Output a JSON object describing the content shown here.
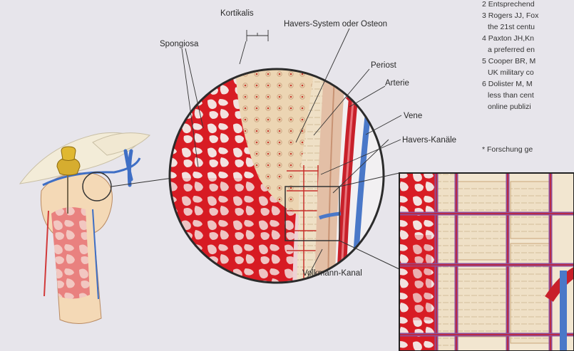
{
  "labels": {
    "kortikalis": "Kortikalis",
    "havers_system": "Havers-System oder Osteon",
    "spongiosa": "Spongiosa",
    "periost": "Periost",
    "arterie": "Arterie",
    "vene": "Vene",
    "havers_kanaele": "Havers-Kanäle",
    "volkmann_kanal": "Volkmann-Kanal"
  },
  "references": [
    {
      "text": "2 Entsprechend",
      "indent": false
    },
    {
      "text": "3 Rogers JJ, Fox",
      "indent": false
    },
    {
      "text": "the 21st centu",
      "indent": true
    },
    {
      "text": "4 Paxton JH,Kn",
      "indent": false
    },
    {
      "text": "a preferred en",
      "indent": true
    },
    {
      "text": "5 Cooper BR, M",
      "indent": false
    },
    {
      "text": "UK military co",
      "indent": true
    },
    {
      "text": "6 Dolister M, M",
      "indent": false
    },
    {
      "text": "less than cent",
      "indent": true
    },
    {
      "text": "online publizi",
      "indent": true
    }
  ],
  "footnote": "* Forschung ge",
  "colors": {
    "background": "#e7e5eb",
    "bone_red": "#d81c24",
    "artery": "#c8202a",
    "vein": "#4a78c8",
    "cortex": "#ead7b8",
    "periost": "#d9a890",
    "device_gold": "#c8a020"
  }
}
